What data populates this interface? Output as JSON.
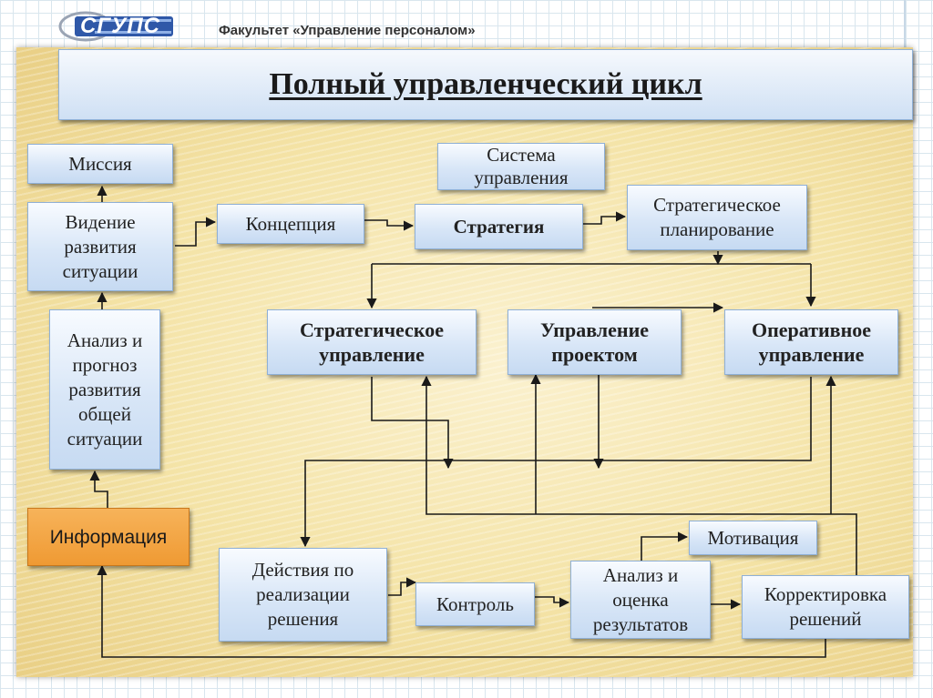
{
  "header": {
    "logo_text": "СГУПС",
    "faculty": "Факультет «Управление персоналом»"
  },
  "title": "Полный управленческий цикл",
  "nodes": {
    "mission": "Миссия",
    "vision": "Видение\nразвития\nситуации",
    "analysis_forecast": "Анализ и\nпрогноз\nразвития\nобщей\nситуации",
    "information": "Информация",
    "concept": "Концепция",
    "management_system": "Система\nуправления",
    "strategy": "Стратегия",
    "strategic_planning": "Стратегическое\nпланирование",
    "strategic_management": "Стратегическое\nуправление",
    "project_management": "Управление\nпроектом",
    "operational_management": "Оперативное\nуправление",
    "implementation_actions": "Действия по\nреализации\nрешения",
    "control": "Контроль",
    "results_analysis": "Анализ и\nоценка\nрезультатов",
    "motivation": "Мотивация",
    "decision_correction": "Корректировка\nрешений"
  },
  "colors": {
    "node_fill": "#d8e6f7",
    "info_fill": "#ef9a33",
    "panel": "#f4e3a6",
    "line": "#1a1a1a"
  }
}
